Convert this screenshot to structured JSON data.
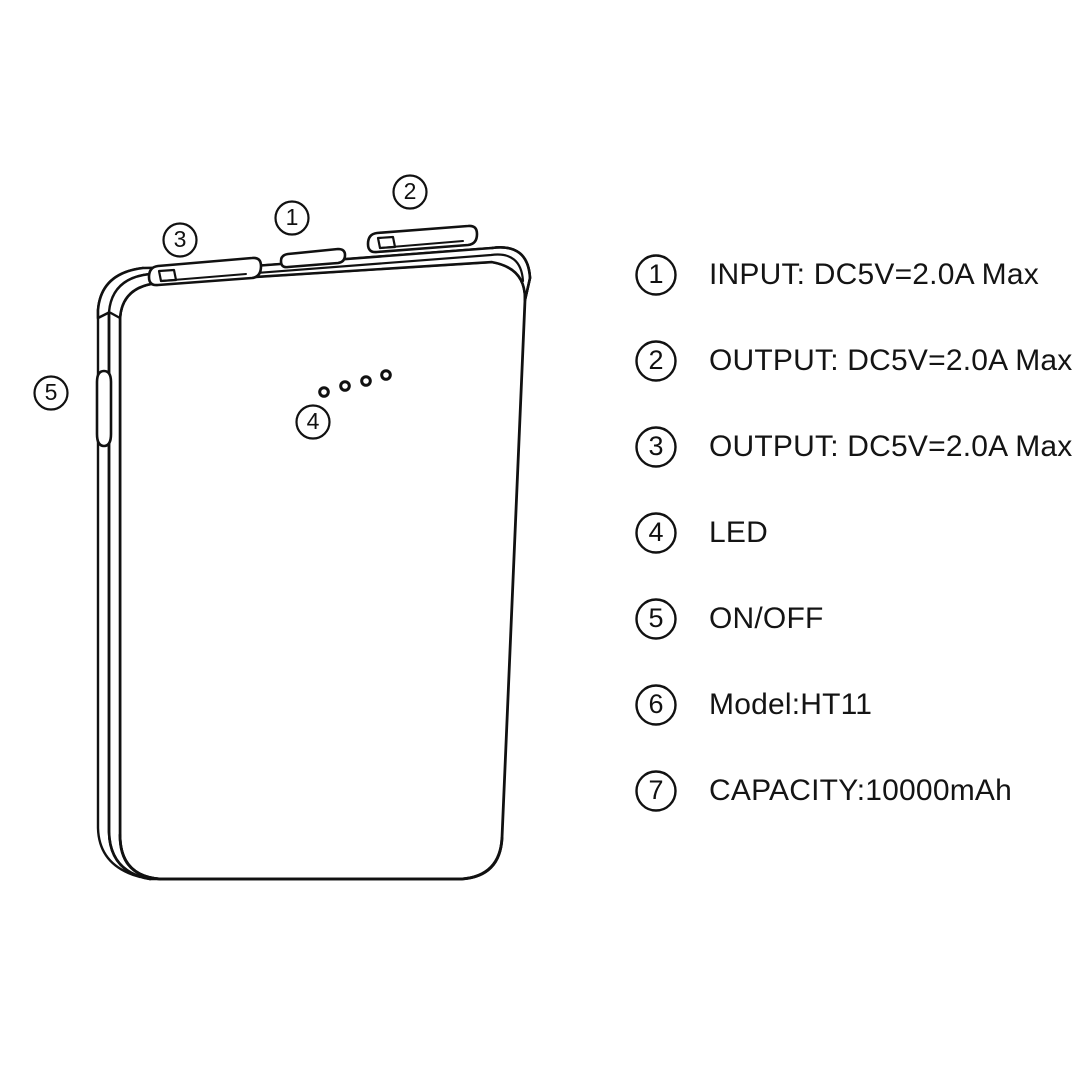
{
  "document": {
    "type": "product-spec-diagram",
    "subject": "power bank",
    "background_color": "#ffffff",
    "line_color": "#111111"
  },
  "diagram": {
    "callouts": [
      {
        "id": 1,
        "number": "1",
        "target": "micro-usb-input-port"
      },
      {
        "id": 2,
        "number": "2",
        "target": "usb-output-port-right"
      },
      {
        "id": 3,
        "number": "3",
        "target": "usb-output-port-left"
      },
      {
        "id": 4,
        "number": "4",
        "target": "led-indicator-dots"
      },
      {
        "id": 5,
        "number": "5",
        "target": "power-button"
      }
    ],
    "led_dots_count": 4
  },
  "legend": {
    "items": [
      {
        "number": "1",
        "label": "INPUT: DC5V=2.0A Max"
      },
      {
        "number": "2",
        "label": "OUTPUT: DC5V=2.0A Max"
      },
      {
        "number": "3",
        "label": "OUTPUT: DC5V=2.0A Max"
      },
      {
        "number": "4",
        "label": "LED"
      },
      {
        "number": "5",
        "label": "ON/OFF"
      },
      {
        "number": "6",
        "label": "Model:HT11"
      },
      {
        "number": "7",
        "label": "CAPACITY:10000mAh"
      }
    ]
  }
}
